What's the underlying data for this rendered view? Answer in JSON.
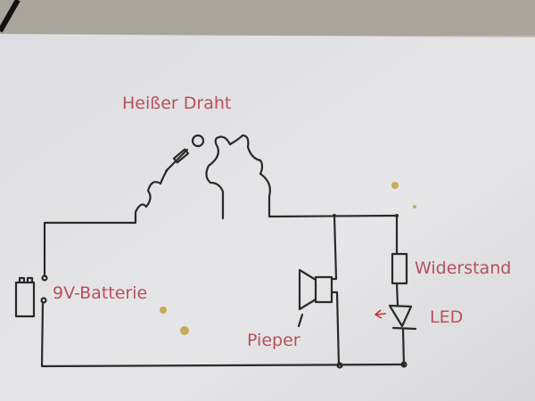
{
  "diagram": {
    "title": "Heißer Draht",
    "labels": {
      "battery": "9V-Batterie",
      "resistor": "Widerstand",
      "led": "LED",
      "buzzer": "Pieper"
    },
    "colors": {
      "ink": "#2a2a2a",
      "label": "#b8505a",
      "paper": "#e4e4e6"
    }
  }
}
